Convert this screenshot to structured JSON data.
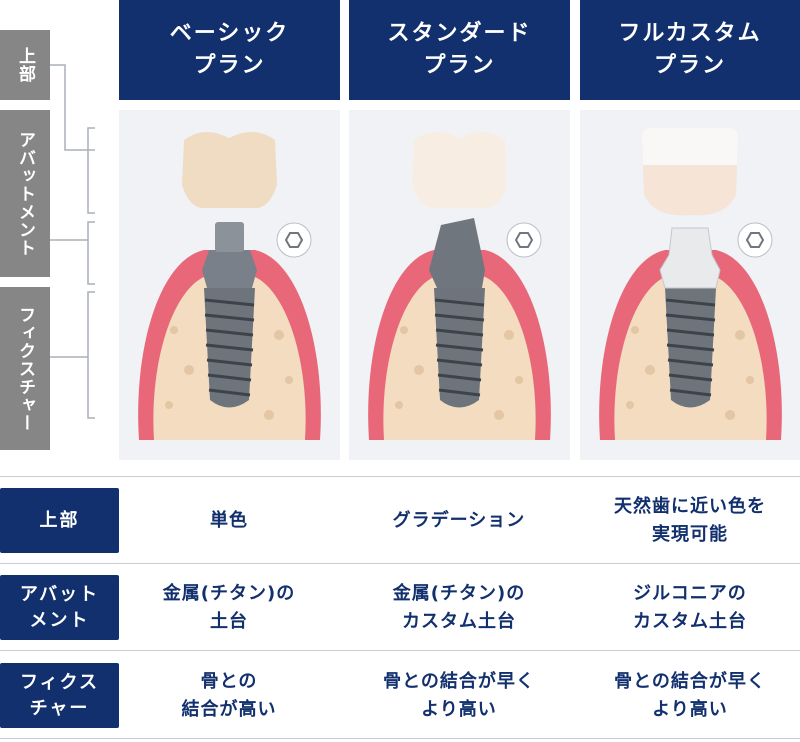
{
  "plans": [
    {
      "name": "ベーシック\nプラン",
      "crown": "単色",
      "abutment": "金属(チタン)の\n土台",
      "fixture": "骨との\n結合が高い"
    },
    {
      "name": "スタンダード\nプラン",
      "crown": "グラデーション",
      "abutment": "金属(チタン)の\nカスタム土台",
      "fixture": "骨との結合が早く\nより高い"
    },
    {
      "name": "フルカスタム\nプラン",
      "crown": "天然歯に近い色を\n実現可能",
      "abutment": "ジルコニアの\nカスタム土台",
      "fixture": "骨との結合が早く\nより高い"
    }
  ],
  "side_labels": {
    "crown": "上部",
    "abutment": "アバットメント",
    "fixture": "フィクスチャー"
  },
  "row_labels": {
    "crown": "上部",
    "abutment": "アバット\nメント",
    "fixture": "フィクス\nチャー"
  },
  "colors": {
    "navy": "#12306d",
    "gray_label": "#868686",
    "gum": "#e8687a",
    "bone": "#f3dcc0",
    "titanium": "#6e747c",
    "zirconia": "#e9eaec"
  }
}
